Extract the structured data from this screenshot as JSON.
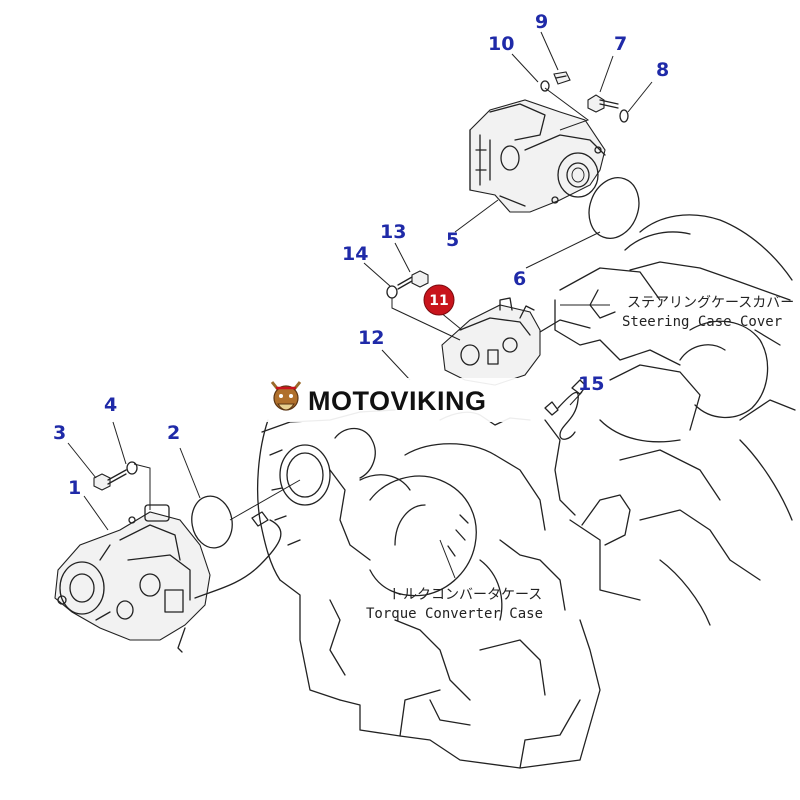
{
  "colors": {
    "callout_number": "#1f2aa8",
    "highlight_badge": "#c8141c",
    "line_art": "#222222",
    "background": "#ffffff"
  },
  "callouts": {
    "c1": "1",
    "c2": "2",
    "c3": "3",
    "c4": "4",
    "c5": "5",
    "c6": "6",
    "c7": "7",
    "c8": "8",
    "c9": "9",
    "c10": "10",
    "c11": "11",
    "c12": "12",
    "c13": "13",
    "c14": "14",
    "c15": "15"
  },
  "labels": {
    "steering_jp": "ステアリングケースカバー",
    "steering_en": "Steering Case Cover",
    "torque_jp": "トルクコンバータケース",
    "torque_en": "Torque Converter Case"
  },
  "watermark": {
    "text": "MOTOVIKING",
    "logo_icon": "viking-mascot-icon"
  }
}
